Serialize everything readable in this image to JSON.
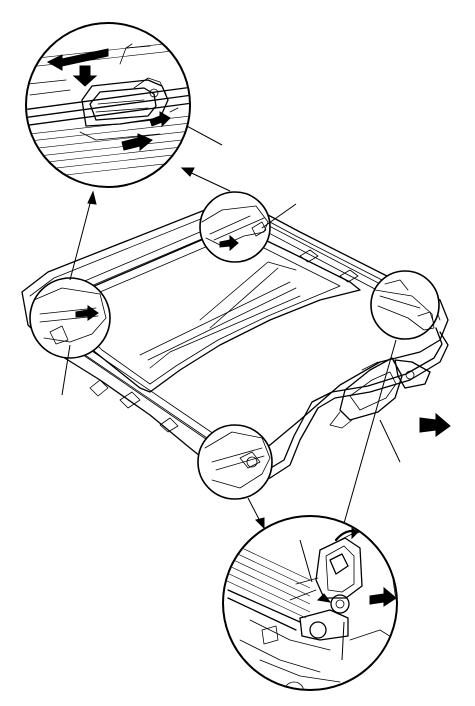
{
  "figure": {
    "background_color": "#ffffff",
    "line_color": "#000000",
    "callouts": [
      {
        "id": "rail-guide-clip",
        "icon": "zoom-circle"
      },
      {
        "id": "drive-motor-assembly",
        "icon": "zoom-circle"
      }
    ],
    "arrows": [
      {
        "id": "slide-direction",
        "icon": "arrow-left"
      },
      {
        "id": "removal-direction",
        "icon": "arrow-right"
      },
      {
        "id": "motor-rotate",
        "icon": "curved-arrow"
      }
    ]
  }
}
